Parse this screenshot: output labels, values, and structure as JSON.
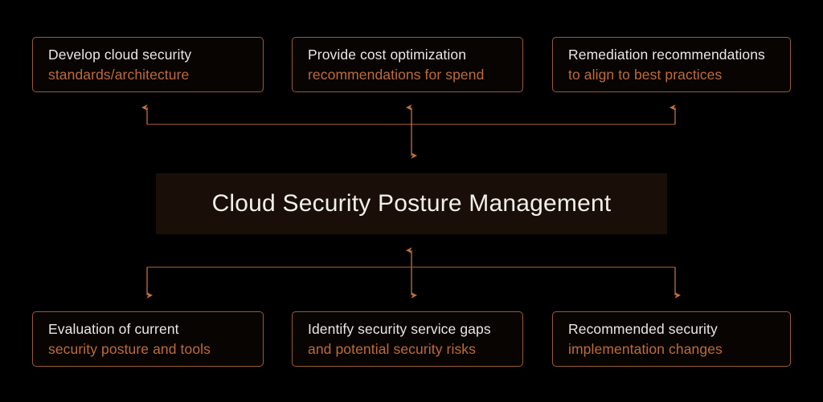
{
  "diagram": {
    "title": "Cloud Security Posture Management",
    "background_color": "#000000",
    "accent_color": "#9a5a33",
    "line_color": "#c0713f",
    "primary_text_color": "#e9e6e2",
    "secondary_text_color": "#c06a38",
    "center_box_fill": "#190f08",
    "top_nodes": [
      {
        "line1": "Develop cloud security",
        "line2": "standards/architecture"
      },
      {
        "line1": "Provide cost optimization",
        "line2": "recommendations for spend"
      },
      {
        "line1": "Remediation recommendations",
        "line2": "to align to best practices"
      }
    ],
    "bottom_nodes": [
      {
        "line1": "Evaluation of current",
        "line2": "security posture and tools"
      },
      {
        "line1": "Identify security service gaps",
        "line2": "and potential security risks"
      },
      {
        "line1": "Recommended security",
        "line2": "implementation changes"
      }
    ],
    "connectors": {
      "top_label": "inputs-bus-to-top-nodes",
      "bottom_label": "outputs-bus-to-bottom-nodes"
    }
  }
}
